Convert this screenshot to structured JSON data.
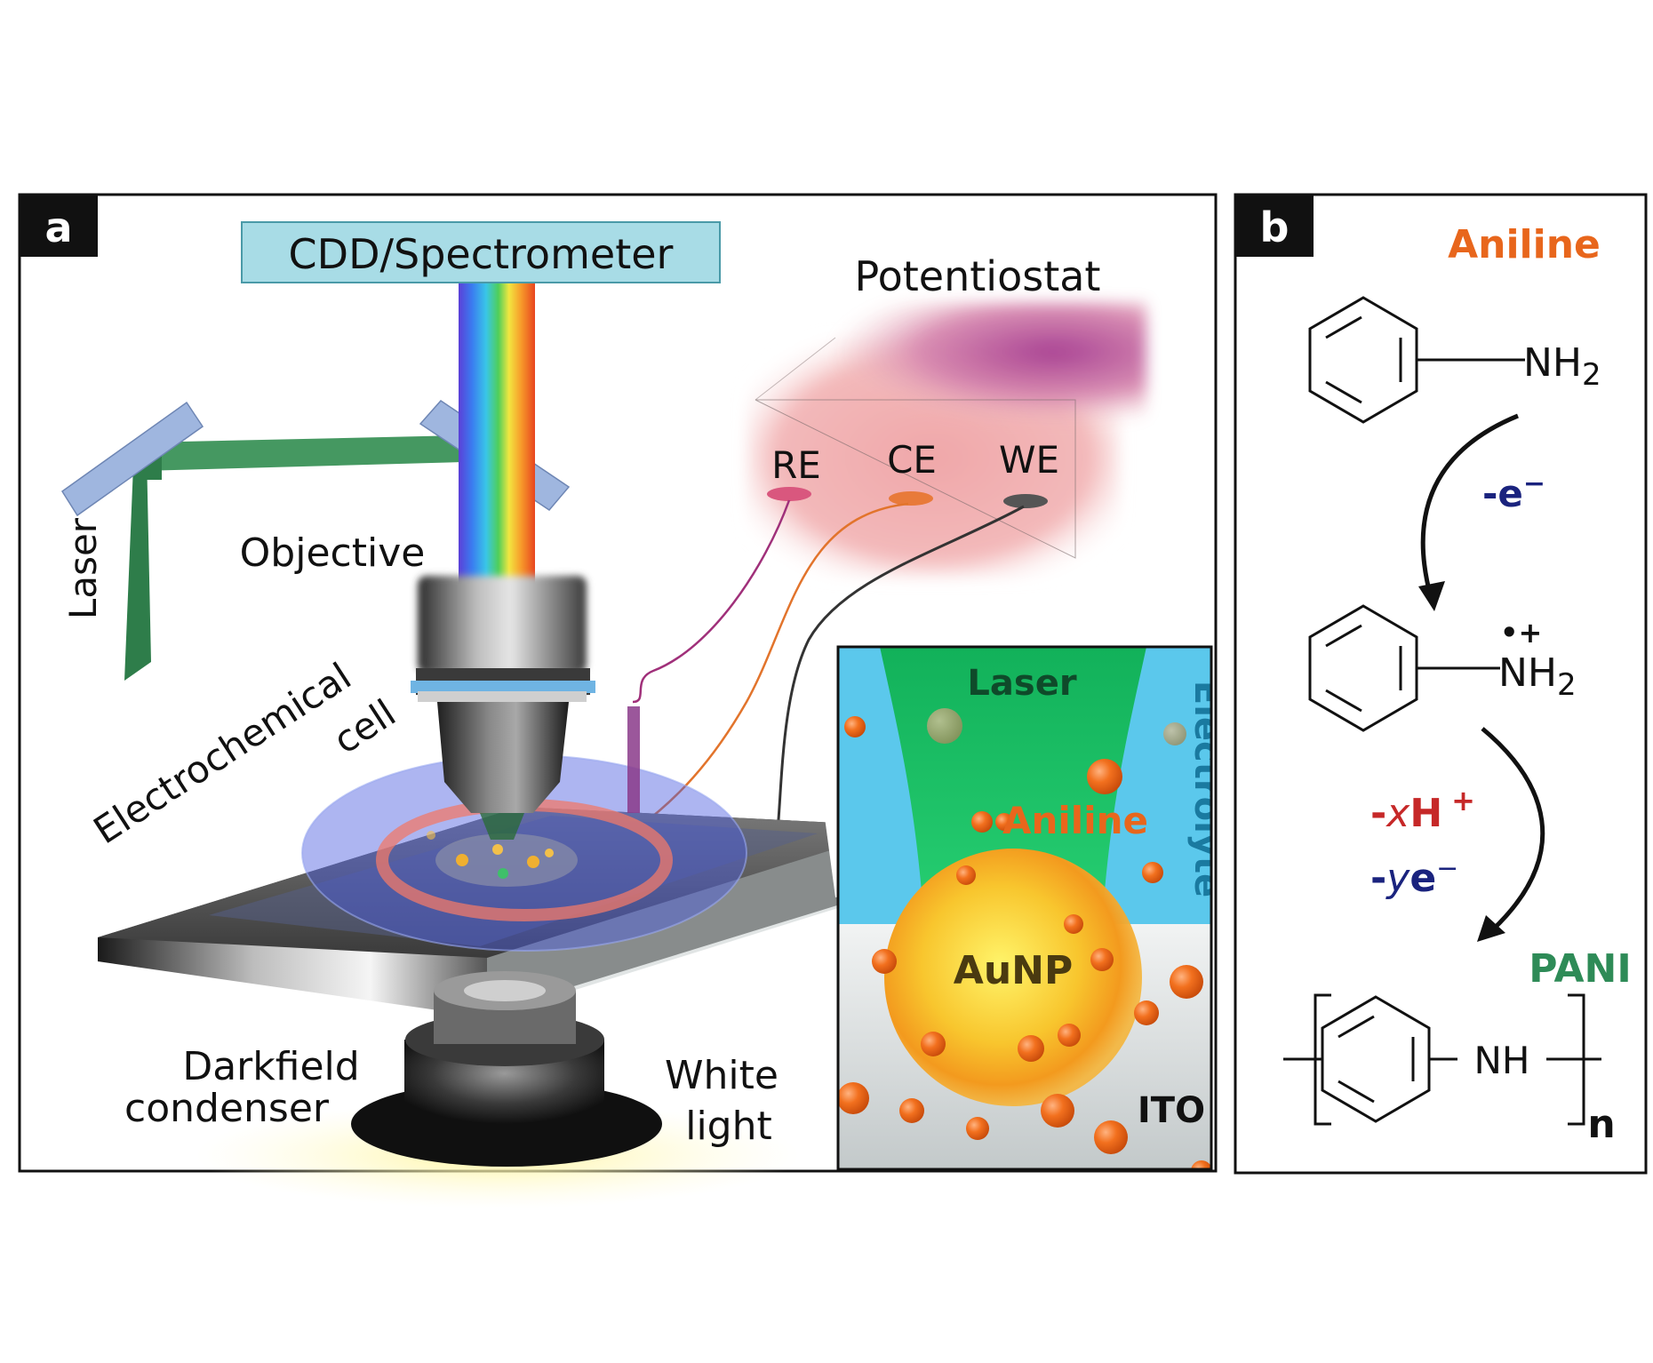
{
  "panel_a": {
    "tag": "a",
    "spectrometer": "CDD/Spectrometer",
    "potentiostat": "Potentiostat",
    "electrodes": {
      "re": "RE",
      "ce": "CE",
      "we": "WE"
    },
    "laser": "Laser",
    "objective": "Objective",
    "cell_line1": "Electrochemical",
    "cell_line2": "cell",
    "condenser_line1": "Darkfield",
    "condenser_line2": "condenser",
    "white_line1": "White",
    "white_line2": "light",
    "inset": {
      "laser": "Laser",
      "electrolyte": "Electrolyte",
      "aniline": "Aniline",
      "aunp": "AuNP",
      "ito": "ITO"
    }
  },
  "panel_b": {
    "tag": "b",
    "aniline": "Aniline",
    "nh2": "NH",
    "sub2": "2",
    "radical": "•+",
    "step1_prefix": "-e",
    "step1_sup": "−",
    "step2_minus": "-",
    "step2_x": "x",
    "step2_h": "H",
    "step2_plus": "+",
    "step3_minus": "-",
    "step3_y": "y",
    "step3_e": "e",
    "step3_sup": "−",
    "pani": "PANI",
    "nh": "NH",
    "n": "n"
  },
  "colors": {
    "aniline_orange": "#e8661c",
    "pani_green": "#2e8b57",
    "navy": "#1a237e",
    "dark_red": "#c62828",
    "laser_green": "#2e7d4a",
    "electrolyte_blue": "#5bc8ec",
    "spectro_box": "#a8dce6"
  }
}
